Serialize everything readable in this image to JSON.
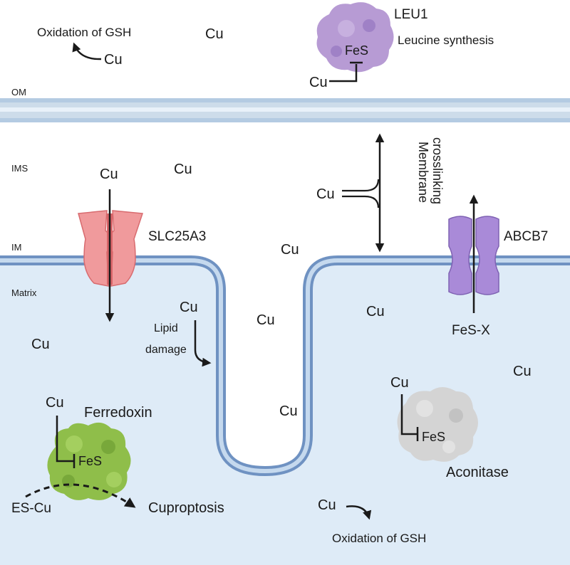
{
  "regions": {
    "om": "OM",
    "ims": "IMS",
    "im": "IM",
    "matrix": "Matrix"
  },
  "proteins": {
    "leu1": {
      "name": "LEU1",
      "function": "Leucine synthesis",
      "cofactor": "FeS"
    },
    "slc25a3": {
      "name": "SLC25A3"
    },
    "abcb7": {
      "name": "ABCB7",
      "cargo": "FeS-X"
    },
    "ferredoxin": {
      "name": "Ferredoxin",
      "cofactor": "FeS"
    },
    "aconitase": {
      "name": "Aconitase",
      "cofactor": "FeS"
    }
  },
  "labels": {
    "oxidation_gsh_top": "Oxidation of GSH",
    "oxidation_gsh_bottom": "Oxidation of GSH",
    "membrane_line1": "Membrane",
    "membrane_line2": "crosslinking",
    "lipid_line1": "Lipid",
    "lipid_line2": "damage",
    "es_cu": "ES-Cu",
    "cuproptosis": "Cuproptosis"
  },
  "copper": "Cu",
  "colors": {
    "matrix_fill": "#deebf7",
    "membrane_light": "#c5d9ee",
    "membrane_dark": "#6f92c2",
    "om_band": "#cddcea",
    "leu1": "#b79bd4",
    "slc25a3": "#f09a9c",
    "abcb7": "#a98ad8",
    "ferredoxin": "#8fbe4a",
    "aconitase": "#d4d4d4"
  }
}
